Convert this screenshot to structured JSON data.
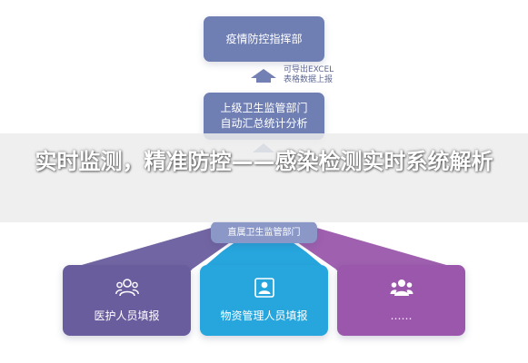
{
  "top_node": {
    "label": "疫情防控指挥部"
  },
  "export_note": {
    "line1": "可导出EXCEL",
    "line2": "表格数据上报"
  },
  "middle_node": {
    "line1": "上级卫生监管部门",
    "line2": "自动汇总统计分析"
  },
  "middle_lower_node": {
    "label": "直属卫生监管部门"
  },
  "overlay": {
    "title": "实时监测，精准防控——感染检测实时系统解析"
  },
  "bottom_nodes": [
    {
      "label": "医护人员填报",
      "icon": "people-group-icon",
      "color": "#6a5d9e"
    },
    {
      "label": "物资管理人员填报",
      "icon": "person-id-badge-icon",
      "color": "#27a6de"
    },
    {
      "label": "……",
      "icon": "people-group-icon",
      "color": "#9a57ab"
    }
  ],
  "colors": {
    "node_blue": "#6f7fb4",
    "left_purple": "#6a5d9e",
    "center_cyan": "#27a6de",
    "right_magenta": "#9a57ab",
    "arrow_slate": "#7380b4"
  }
}
